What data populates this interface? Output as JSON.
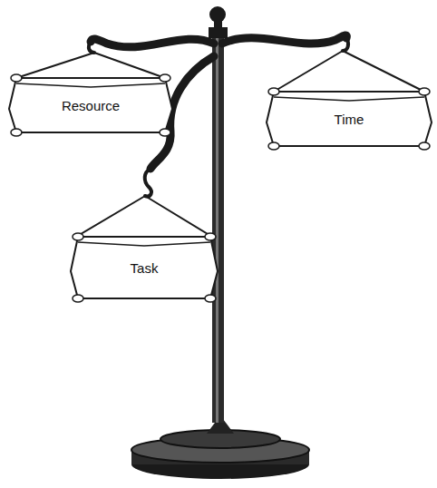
{
  "diagram": {
    "nodes": [
      {
        "text": [
          "Resource"
        ]
      },
      {
        "text": [
          "Time"
        ]
      },
      {
        "text": [
          "Task"
        ]
      }
    ]
  }
}
